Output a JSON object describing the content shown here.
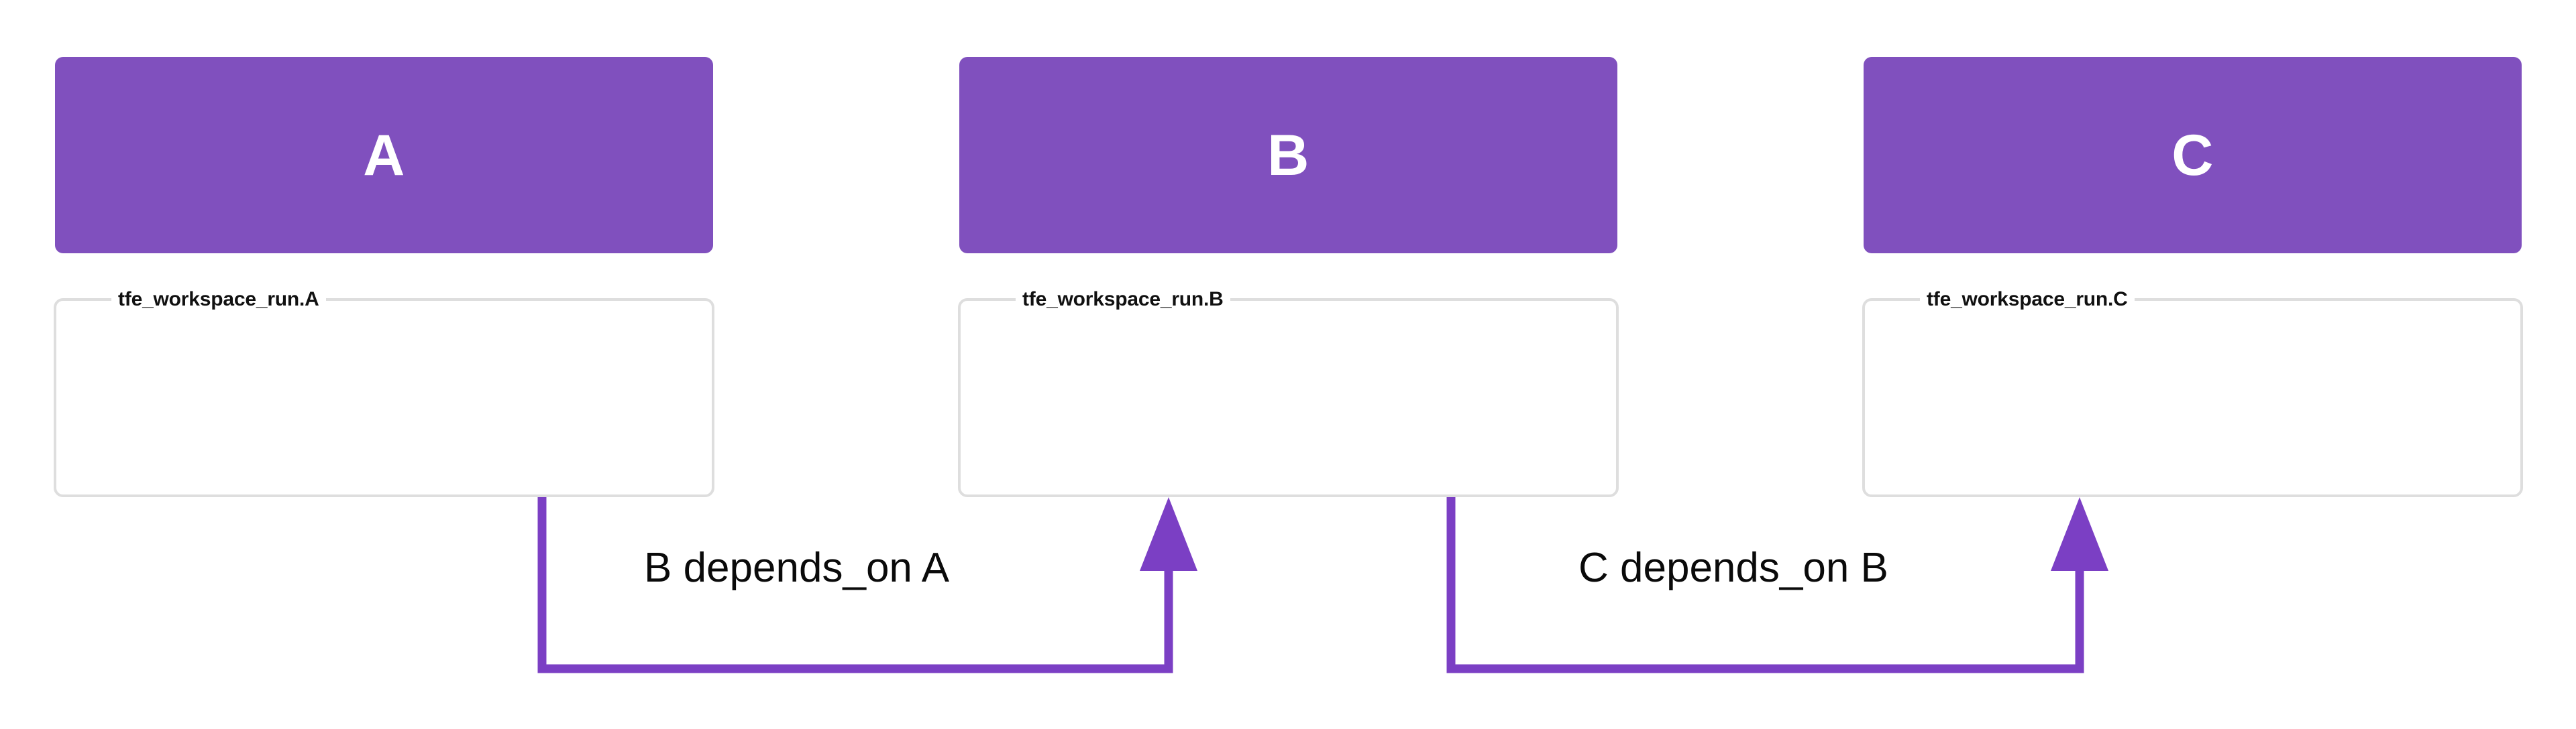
{
  "diagram": {
    "type": "dependency-graph",
    "orientation": "left-to-right",
    "background_color": "#ffffff",
    "node_fill_color": "#8050be",
    "node_text_color": "#ffffff",
    "cluster_border_color": "#dedede",
    "edge_color": "#7b3fc4",
    "label_text_color": "#0a0a0a"
  },
  "clusters": [
    {
      "id": "cluster-a",
      "label": "tfe_workspace_run.A",
      "node_id": "node-a"
    },
    {
      "id": "cluster-b",
      "label": "tfe_workspace_run.B",
      "node_id": "node-b"
    },
    {
      "id": "cluster-c",
      "label": "tfe_workspace_run.C",
      "node_id": "node-c"
    }
  ],
  "nodes": [
    {
      "id": "node-a",
      "label": "A"
    },
    {
      "id": "node-b",
      "label": "B"
    },
    {
      "id": "node-c",
      "label": "C"
    }
  ],
  "edges": [
    {
      "id": "edge-a-b",
      "from": "A",
      "to": "B",
      "label": "B depends_on A"
    },
    {
      "id": "edge-b-c",
      "from": "B",
      "to": "C",
      "label": "C depends_on B"
    }
  ]
}
